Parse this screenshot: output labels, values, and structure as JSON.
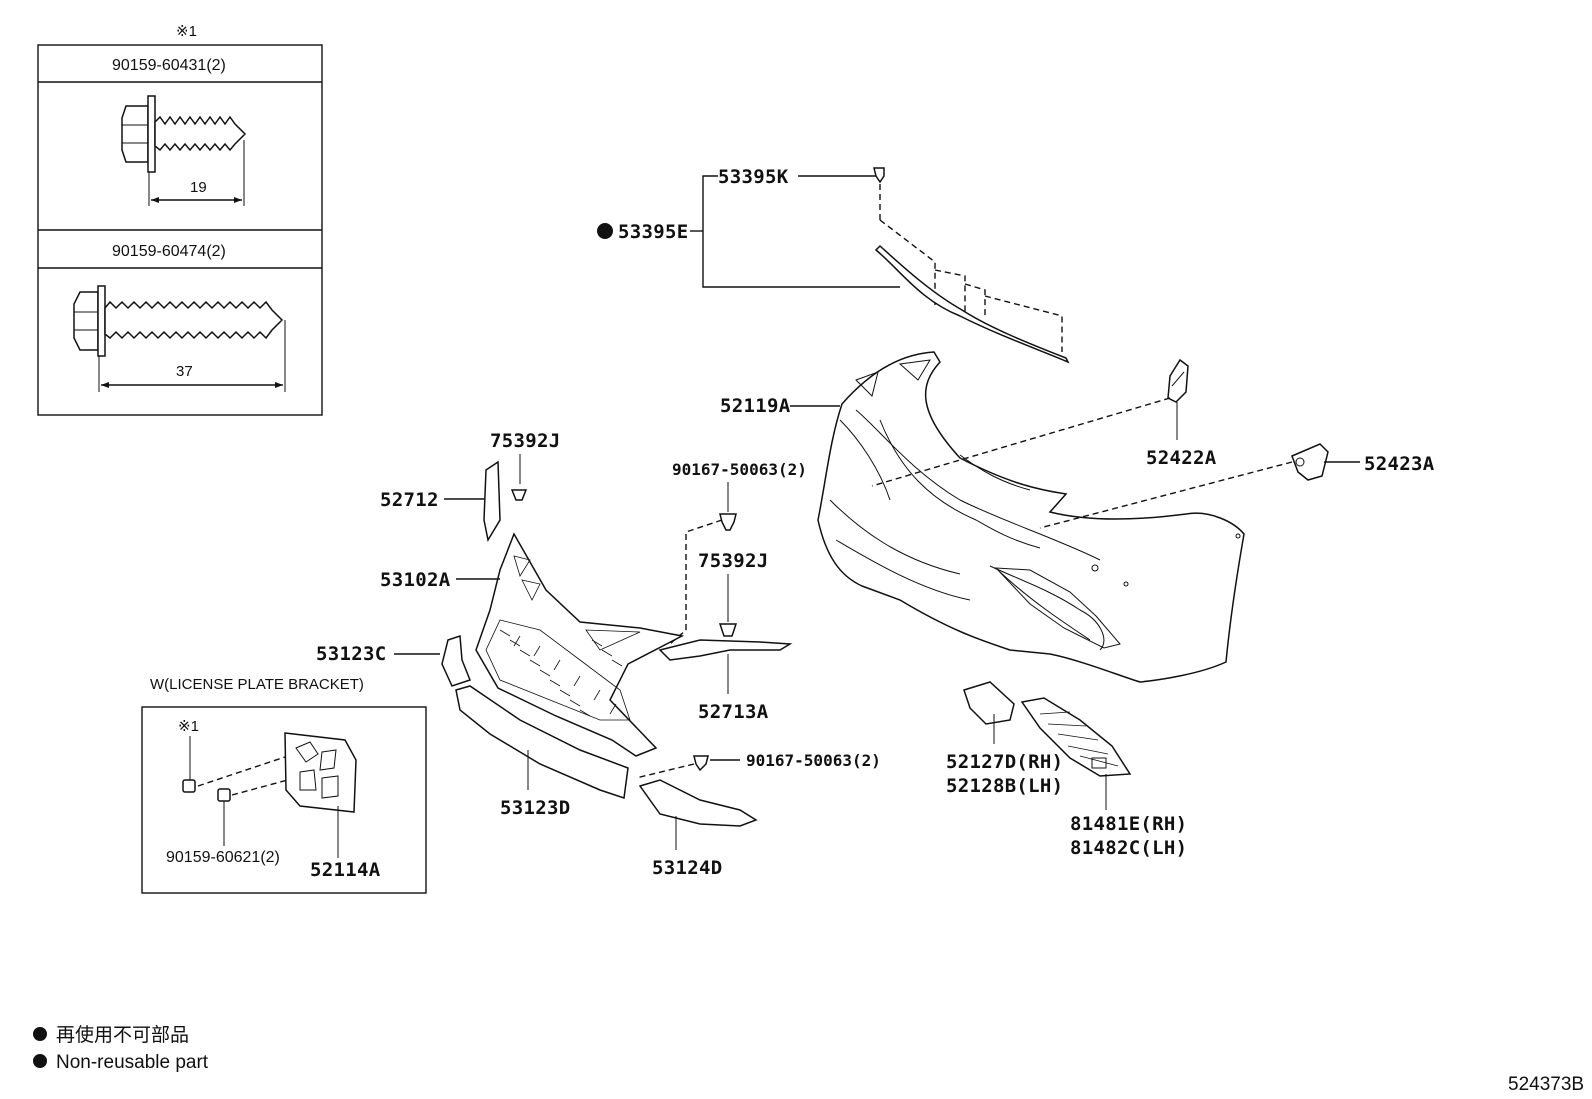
{
  "fastener_box": {
    "ref_mark": "※1",
    "bolt1": {
      "code": "90159-60431(2)",
      "dim": "19"
    },
    "bolt2": {
      "code": "90159-60474(2)",
      "dim": "37"
    }
  },
  "license_box": {
    "title": "W(LICENSE PLATE BRACKET)",
    "ref_mark": "※1",
    "screw_code": "90159-60621(2)",
    "bracket_code": "52114A"
  },
  "parts": {
    "p53395K": "53395K",
    "p53395E": "53395E",
    "p52119A": "52119A",
    "p52422A": "52422A",
    "p52423A": "52423A",
    "p75392J_a": "75392J",
    "p52712": "52712",
    "p90167_a": "90167-50063(2)",
    "p75392J_b": "75392J",
    "p53102A": "53102A",
    "p53123C": "53123C",
    "p52713A": "52713A",
    "p90167_b": "90167-50063(2)",
    "p53123D": "53123D",
    "p53124D": "53124D",
    "p52127D": "52127D(RH)",
    "p52128B": "52128B(LH)",
    "p81481E": "81481E(RH)",
    "p81482C": "81482C(LH)"
  },
  "legend": {
    "jp": "再使用不可部品",
    "en": "Non-reusable part"
  },
  "illustration_code": "524373B"
}
